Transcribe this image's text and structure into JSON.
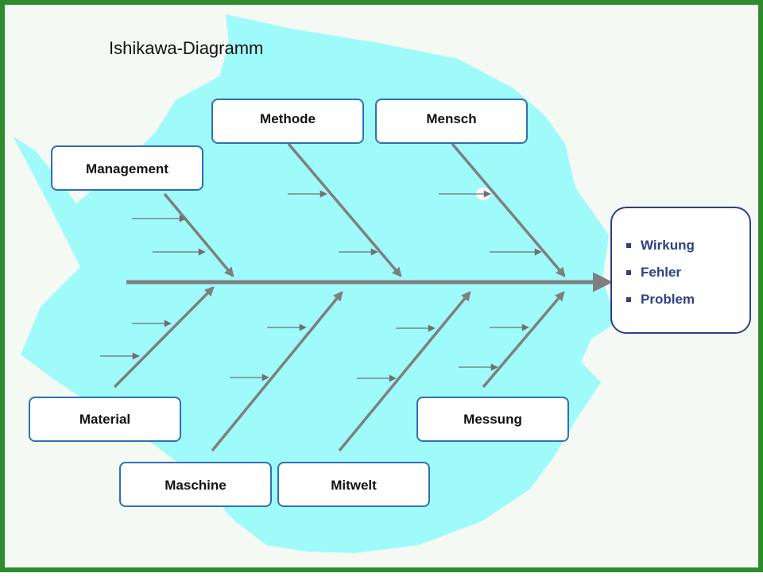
{
  "title": "Ishikawa-Diagramm",
  "causes": {
    "management": "Management",
    "methode": "Methode",
    "mensch": "Mensch",
    "material": "Material",
    "maschine": "Maschine",
    "mitwelt": "Mitwelt",
    "messung": "Messung"
  },
  "effect": {
    "items": [
      "Wirkung",
      "Fehler",
      "Problem"
    ]
  },
  "colors": {
    "frame": "#2e8b2e",
    "fish": "#9ffafa",
    "spine": "#7f7f7f",
    "cause_border": "#2f6fb6",
    "effect_border": "#2e3f86",
    "effect_text": "#2e3f86"
  }
}
